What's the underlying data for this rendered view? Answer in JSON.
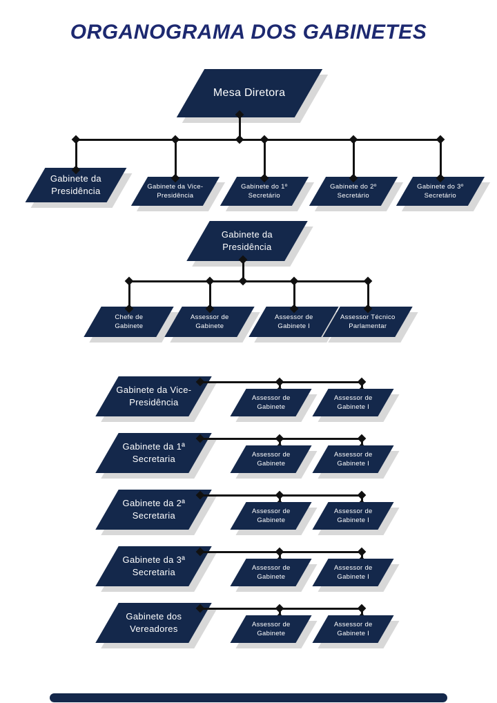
{
  "title": "ORGANOGRAMA DOS GABINETES",
  "colors": {
    "box_navy": "#14284b",
    "title_blue": "#1d2970",
    "shadow_gray": "#d8d8d8",
    "connector_black": "#111111",
    "background": "#ffffff"
  },
  "mesa_diretora_chart": {
    "root": "Mesa Diretora",
    "children": [
      "Gabinete da Presidência",
      "Gabinete da Vice-Presidência",
      "Gabinete do 1º Secretário",
      "Gabinete do 2º Secretário",
      "Gabinete do 3º Secretário"
    ]
  },
  "presidencia_chart": {
    "root": "Gabinete da Presidência",
    "children": [
      "Chefe de Gabinete",
      "Assessor de Gabinete",
      "Assessor de Gabinete I",
      "Assessor Técnico Parlamentar"
    ]
  },
  "office_rows": [
    {
      "parent": "Gabinete da Vice-Presidência",
      "children": [
        "Assessor de Gabinete",
        "Assessor de Gabinete I"
      ]
    },
    {
      "parent": "Gabinete da 1ª Secretaria",
      "children": [
        "Assessor de Gabinete",
        "Assessor de Gabinete I"
      ]
    },
    {
      "parent": "Gabinete da 2ª Secretaria",
      "children": [
        "Assessor de Gabinete",
        "Assessor de Gabinete I"
      ]
    },
    {
      "parent": "Gabinete da 3ª Secretaria",
      "children": [
        "Assessor de Gabinete",
        "Assessor de Gabinete I"
      ]
    },
    {
      "parent": "Gabinete dos Vereadores",
      "children": [
        "Assessor de Gabinete",
        "Assessor de Gabinete I"
      ]
    }
  ]
}
